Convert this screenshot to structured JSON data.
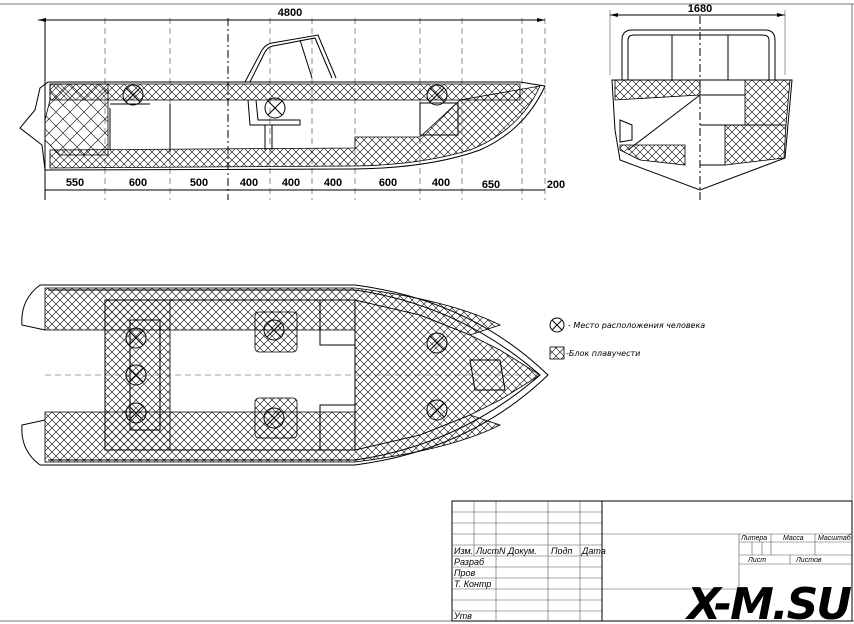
{
  "side_view": {
    "overall_length": "4800",
    "segments": [
      "550",
      "600",
      "500",
      "400",
      "400",
      "400",
      "600",
      "400",
      "650",
      "200"
    ]
  },
  "front_view": {
    "overall_width": "1680"
  },
  "legend": {
    "person_place": "- Место расположения человека",
    "buoyancy_block": "-Блок плавучести"
  },
  "title_block": {
    "col_headers": [
      "Изм.",
      "Лист",
      "N  Докум.",
      "Подп",
      "Дата"
    ],
    "rows": [
      "Разраб",
      "Пров",
      "Т. Контр",
      "Утв"
    ],
    "right_headers": [
      "Литера",
      "Масса",
      "Масштаб"
    ],
    "sheet_labels": [
      "Лист",
      "Листов"
    ]
  },
  "watermark": "X-M.SU"
}
